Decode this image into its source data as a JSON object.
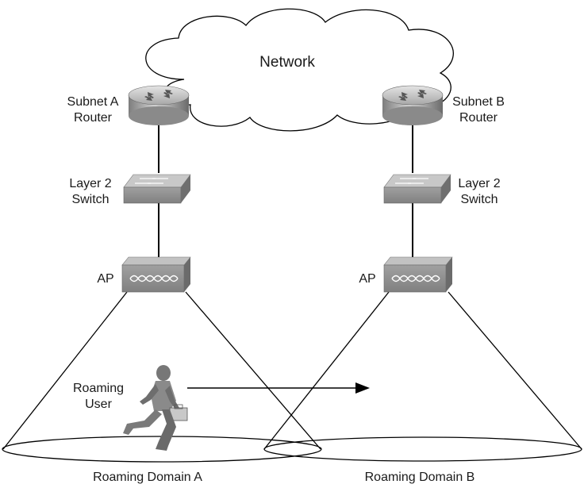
{
  "network": {
    "label": "Network"
  },
  "site_a": {
    "router_label_line1": "Subnet A",
    "router_label_line2": "Router",
    "switch_label_line1": "Layer 2",
    "switch_label_line2": "Switch",
    "ap_label": "AP",
    "domain_label": "Roaming Domain A"
  },
  "site_b": {
    "router_label_line1": "Subnet B",
    "router_label_line2": "Router",
    "switch_label_line1": "Layer 2",
    "switch_label_line2": "Switch",
    "ap_label": "AP",
    "domain_label": "Roaming Domain B"
  },
  "user": {
    "label_line1": "Roaming",
    "label_line2": "User",
    "icon": "running-person-with-briefcase-icon"
  },
  "colors": {
    "device_fill": "#9a9a9a",
    "device_dark": "#6e6e6e",
    "device_light": "#c9c9c9",
    "line": "#000000"
  }
}
